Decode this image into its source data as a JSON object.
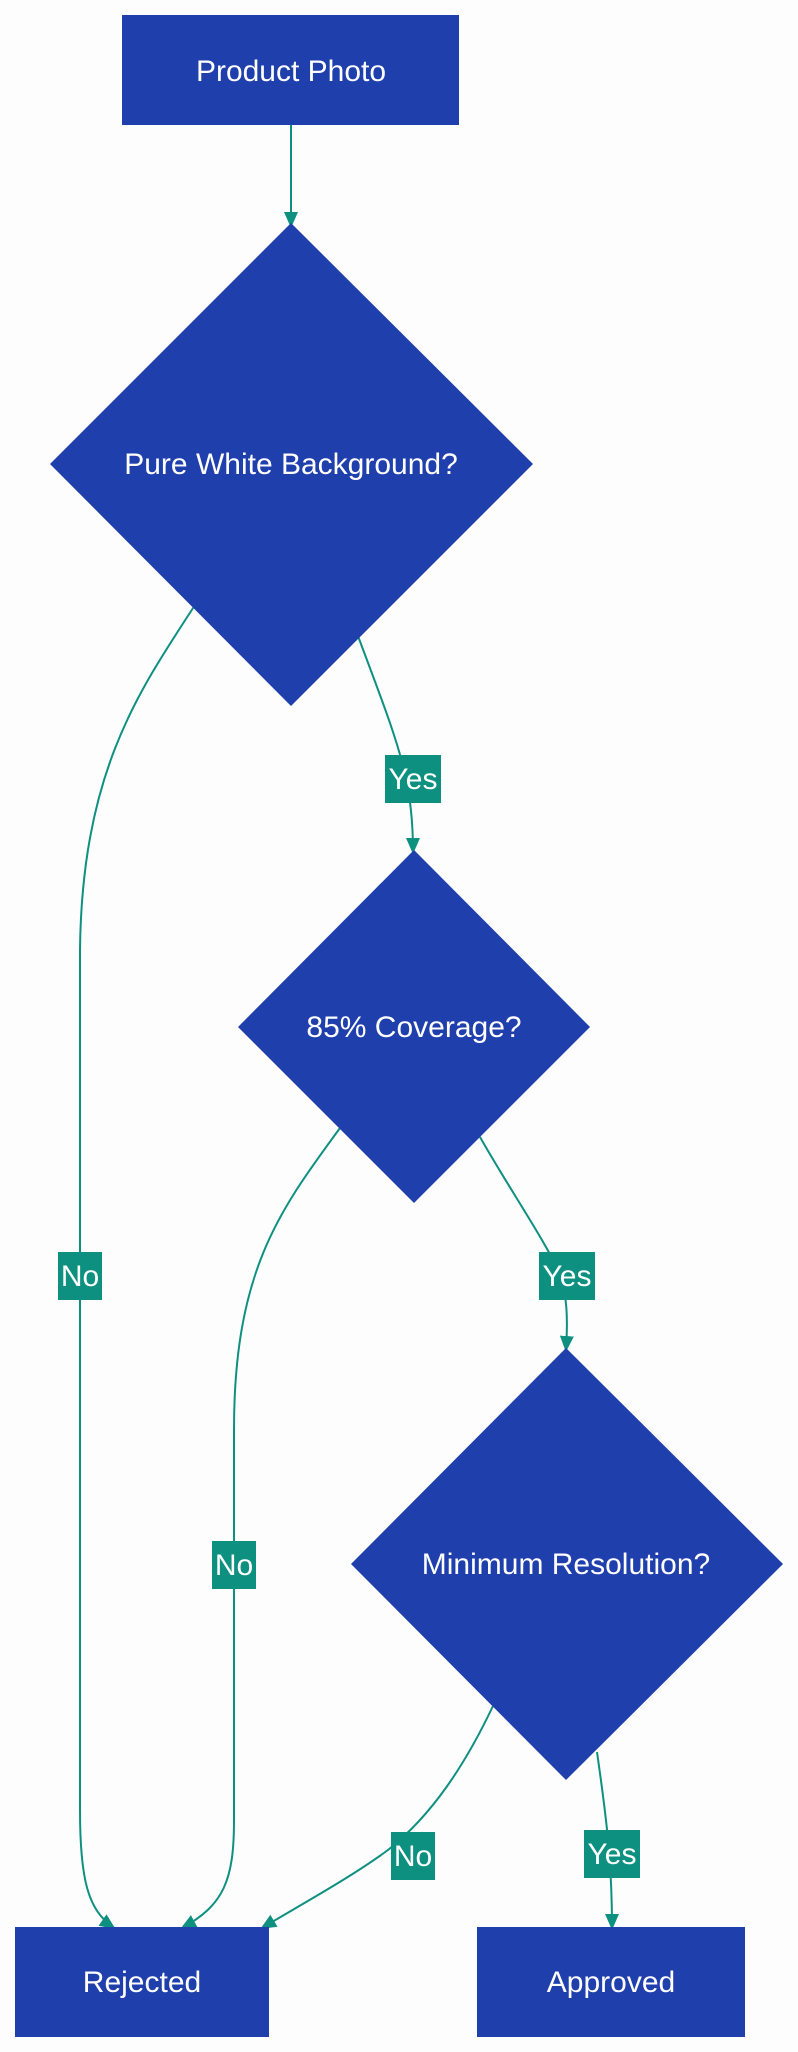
{
  "colors": {
    "node_fill": "#1f3fad",
    "edge_color": "#0e9080",
    "label_bg": "#0e9080",
    "text": "#ffffff",
    "background": "#fdfdfd"
  },
  "nodes": {
    "start": "Product Photo",
    "decision_background": "Pure White Background?",
    "decision_coverage": "85% Coverage?",
    "decision_resolution": "Minimum Resolution?",
    "rejected": "Rejected",
    "approved": "Approved"
  },
  "edges": {
    "background_yes": "Yes",
    "background_no": "No",
    "coverage_yes": "Yes",
    "coverage_no": "No",
    "resolution_no": "No",
    "resolution_yes": "Yes"
  }
}
